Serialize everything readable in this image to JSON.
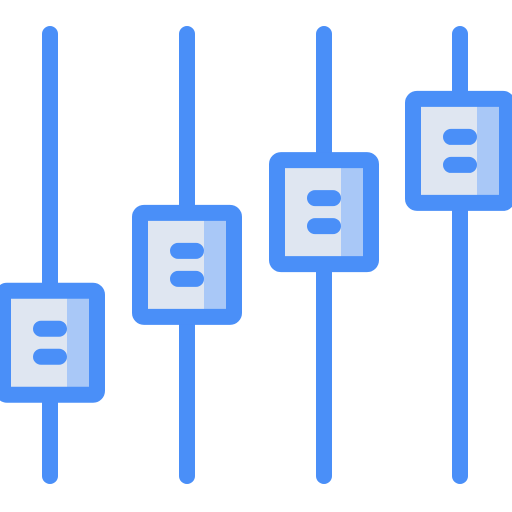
{
  "icon": {
    "name": "equalizer-sliders-icon",
    "colors": {
      "stroke": "#4a8ff8",
      "knob_face": "#dfe6f1",
      "knob_shade": "#a9c8f7",
      "background": "#ffffff"
    },
    "sliders": [
      {
        "name": "slider-1",
        "level": 0.17
      },
      {
        "name": "slider-2",
        "level": 0.45
      },
      {
        "name": "slider-3",
        "level": 0.64
      },
      {
        "name": "slider-4",
        "level": 0.86
      }
    ]
  }
}
